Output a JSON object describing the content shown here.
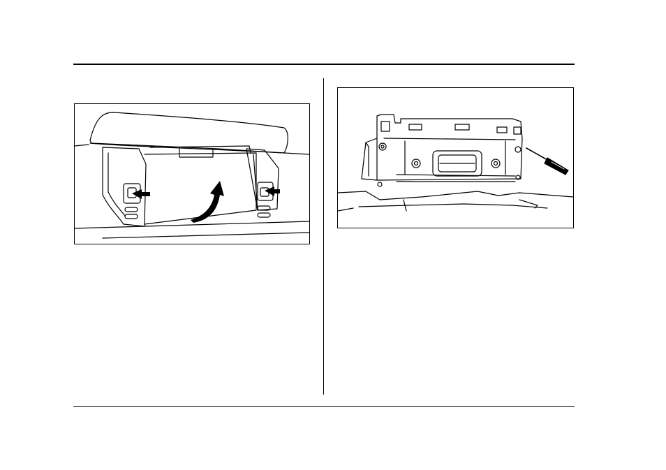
{
  "page": {
    "colors": {
      "ink": "#000000",
      "paper": "#ffffff"
    }
  },
  "figures": [
    {
      "id": "figure-left",
      "icon": "glove-box-latch-release-illustration"
    },
    {
      "id": "figure-right",
      "icon": "unit-removal-with-screwdriver-illustration"
    }
  ]
}
